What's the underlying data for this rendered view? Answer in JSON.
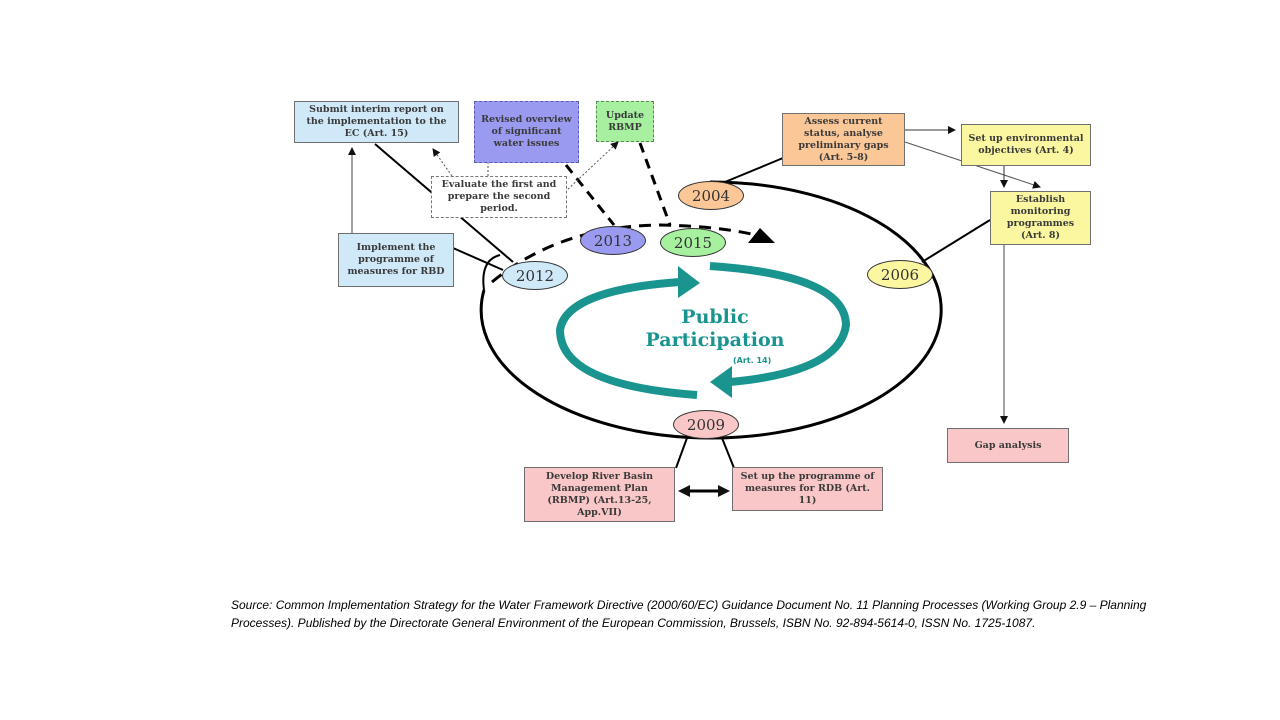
{
  "diagram": {
    "title": "WFD planning cycle",
    "boxes": {
      "submit_interim": "Submit interim report on the implementation to the EC (Art. 15)",
      "revised_overview": "Revised overview of significant water issues",
      "update_rbmp": "Update RBMP",
      "evaluate": "Evaluate the first and prepare the second period.",
      "implement": "Implement the programme of measures for RBD",
      "assess": "Assess current status, analyse preliminary gaps (Art. 5-8)",
      "env_objectives": "Set up environmental objectives (Art. 4)",
      "monitoring": "Establish monitoring programmes (Art. 8)",
      "gap_analysis": "Gap analysis",
      "develop_rbmp": "Develop River Basin Management Plan (RBMP)  (Art.13-25, App.VII)",
      "programme_measures": "Set up the programme of measures for RDB (Art. 11)"
    },
    "years": {
      "y2004": "2004",
      "y2006": "2006",
      "y2009": "2009",
      "y2012": "2012",
      "y2013": "2013",
      "y2015": "2015"
    },
    "center": {
      "title_line1": "Public",
      "title_line2": "Participation",
      "article": "(Art. 14)"
    },
    "colors": {
      "light_blue": "#cfe9f8",
      "purple": "#9a9af0",
      "green": "#a6f0a0",
      "orange": "#fbc797",
      "yellow": "#fbf7a0",
      "pink": "#f9c7c7",
      "teal": "#1a948f"
    }
  },
  "source_text": "Source: Common Implementation Strategy for the Water Framework Directive (2000/60/EC)  Guidance Document No. 11 Planning Processes (Working Group 2.9 – Planning Processes). Published  by the Directorate General Environment of the European Commission,  Brussels, ISBN No. 92-894-5614-0,  ISSN No. 1725-1087."
}
